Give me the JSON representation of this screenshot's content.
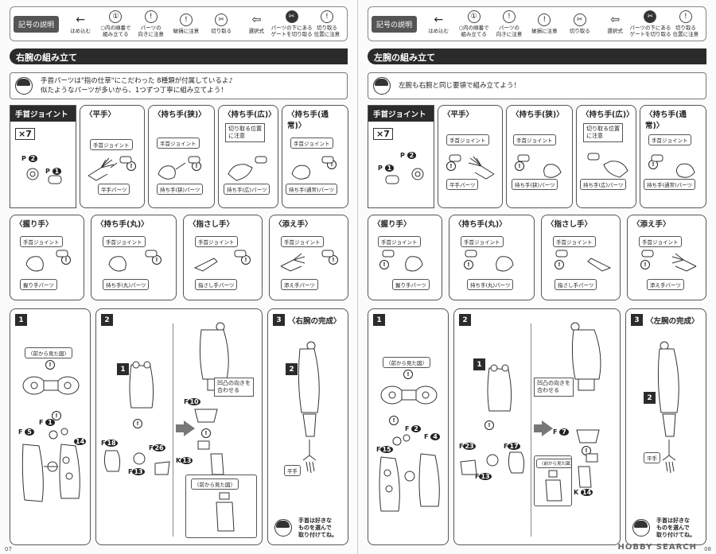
{
  "legend": {
    "title": "記号の説明",
    "items": [
      {
        "icon": "←",
        "label": "はめ込む"
      },
      {
        "icon": "①",
        "label": "○内の順番で\n組み立てる"
      },
      {
        "icon": "!",
        "label": "パーツの\n向きに注意"
      },
      {
        "icon": "!",
        "label": "破損に注意"
      },
      {
        "icon": "✂",
        "label": "切り取る"
      },
      {
        "icon": "⇦",
        "label": "選択式"
      },
      {
        "icon": "✂",
        "label": "パーツの下にある\nゲートを切り取る"
      },
      {
        "icon": "!",
        "label": "切り取る\n位置に注意"
      }
    ]
  },
  "left": {
    "section_title": "右腕の組み立て",
    "message": "手首パーツは\"指の仕草\"にこだわった 8種類が付属しているよ♪\n似たようなパーツが多いから、1つずつ丁寧に組み立てよう！",
    "wrist_joint": {
      "title": "手首ジョイント",
      "count": "×7",
      "p_top": "P",
      "p_top_num": "2",
      "p_bottom": "P",
      "p_bottom_num": "1"
    },
    "hands_row1": [
      {
        "title": "〈平手〉",
        "joint_label": "手首ジョイント",
        "part_label": "平手パーツ"
      },
      {
        "title": "〈持ち手(狭)〉",
        "joint_label": "手首ジョイント",
        "part_label": "持ち手(狭)パーツ"
      },
      {
        "title": "〈持ち手(広)〉",
        "note": "切り取る位置\nに注意",
        "part_label": "持ち手(広)パーツ"
      },
      {
        "title": "〈持ち手(通常)〉",
        "joint_label": "手首ジョイント",
        "part_label": "持ち手(通常)パーツ"
      }
    ],
    "hands_row2": [
      {
        "title": "〈握り手〉",
        "joint_label": "手首ジョイント",
        "part_label": "握り手パーツ"
      },
      {
        "title": "〈持ち手(丸)〉",
        "joint_label": "手首ジョイント",
        "part_label": "持ち手(丸)パーツ"
      },
      {
        "title": "〈指さし手〉",
        "joint_label": "手首ジョイント",
        "part_label": "指さし手パーツ"
      },
      {
        "title": "〈添え手〉",
        "joint_label": "手首ジョイント",
        "part_label": "添え手パーツ"
      }
    ],
    "step1": {
      "num": "1",
      "front_view": "〈前から見た図〉",
      "f1": "F",
      "f1n": "1",
      "f5": "F",
      "f5n": "5",
      "f14n": "14"
    },
    "step2": {
      "num": "2",
      "f18": "F",
      "f18n": "18",
      "f26": "F",
      "f26n": "26",
      "f13": "F",
      "f13n": "13",
      "k13": "K",
      "k13n": "13",
      "f10": "F",
      "f10n": "10",
      "note": "凹凸の向きを\n合わせる",
      "front_view": "〈前から見た図〉"
    },
    "step3": {
      "num": "3",
      "title": "〈右腕の完成〉",
      "hand_label": "平手",
      "tip": "手首は好きな\nものを選んで\n取り付けてね。"
    },
    "page_num": "07"
  },
  "right": {
    "section_title": "左腕の組み立て",
    "message": "左腕も右腕と同じ要領で組み立てよう！",
    "wrist_joint": {
      "title": "手首ジョイント",
      "count": "×7",
      "p_top": "P",
      "p_top_num": "2",
      "p_bottom": "P",
      "p_bottom_num": "1"
    },
    "hands_row1": [
      {
        "title": "〈平手〉",
        "joint_label": "手首ジョイント",
        "part_label": "平手パーツ"
      },
      {
        "title": "〈持ち手(狭)〉",
        "joint_label": "手首ジョイント",
        "part_label": "持ち手(狭)パーツ"
      },
      {
        "title": "〈持ち手(広)〉",
        "note": "切り取る位置\nに注意",
        "part_label": "持ち手(広)パーツ"
      },
      {
        "title": "〈持ち手(通常)〉",
        "joint_label": "手首ジョイント",
        "part_label": "持ち手(通常)パーツ"
      }
    ],
    "hands_row2": [
      {
        "title": "〈握り手〉",
        "joint_label": "手首ジョイント",
        "part_label": "握り手パーツ"
      },
      {
        "title": "〈持ち手(丸)〉",
        "joint_label": "手首ジョイント",
        "part_label": "持ち手(丸)パーツ"
      },
      {
        "title": "〈指さし手〉",
        "joint_label": "手首ジョイント",
        "part_label": "指さし手パーツ"
      },
      {
        "title": "〈添え手〉",
        "joint_label": "手首ジョイント",
        "part_label": "添え手パーツ"
      }
    ],
    "step1": {
      "num": "1",
      "front_view": "〈前から見た図〉",
      "f2": "F",
      "f2n": "2",
      "f4": "F",
      "f4n": "4",
      "f15": "F",
      "f15n": "15"
    },
    "step2": {
      "num": "2",
      "f23": "F",
      "f23n": "23",
      "f17": "F",
      "f17n": "17",
      "f13": "F",
      "f13n": "13",
      "k14": "K",
      "k14n": "14",
      "f7": "F",
      "f7n": "7",
      "note": "凹凸の向きを\n合わせる",
      "front_view": "〈前から見た図〉"
    },
    "step3": {
      "num": "3",
      "title": "〈左腕の完成〉",
      "hand_label": "平手",
      "tip": "手首は好きな\nものを選んで\n取り付けてね。"
    },
    "page_num": "08"
  },
  "watermark": "HOBBY SEARCH"
}
